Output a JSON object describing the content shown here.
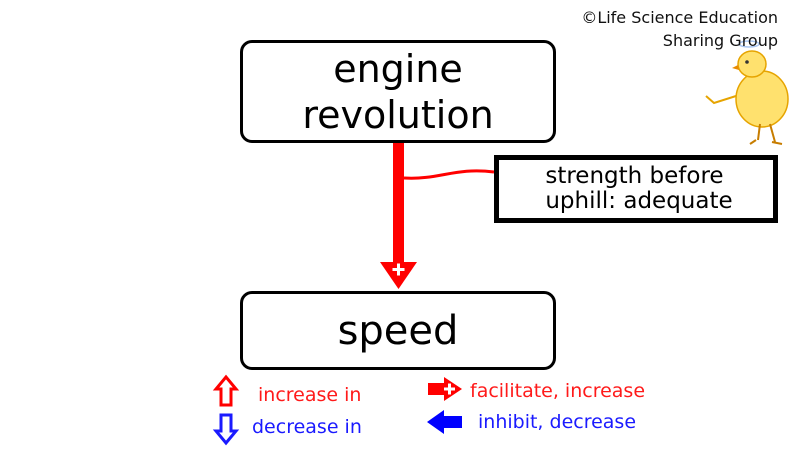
{
  "header": {
    "copyright_line1": "©Life Science Education",
    "copyright_line2": "Sharing Group"
  },
  "nodes": {
    "engine_line1": "engine",
    "engine_line2": "revolution",
    "speed": "speed",
    "modifier_line1": "strength before",
    "modifier_line2": "uphill: adequate"
  },
  "legend": {
    "increase": "increase in",
    "decrease": "decrease in",
    "facilitate": "facilitate, increase",
    "inhibit": "inhibit, decrease"
  },
  "colors": {
    "red": "#ff0000",
    "blue": "#0000ff"
  },
  "icons": {
    "mascot": "chick-mascot-icon",
    "main_arrow": "facilitate-arrow-icon"
  }
}
